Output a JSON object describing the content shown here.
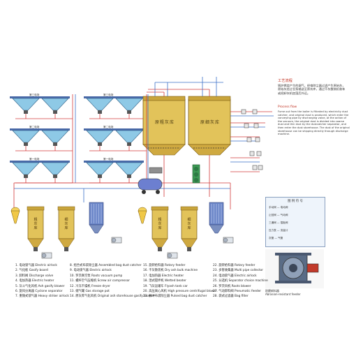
{
  "description": {
    "title_cn": "工艺流程",
    "body_cn": "锅炉燃烧产生的烟气，经电除尘器过滤产生原始灰，原始灰经过仓泵输送至原灰库，通过干灰散装机装车或经卸灰机加湿后外运。",
    "title_en": "Process flow",
    "body_en": "Fume out from the boiler is filtrated by electricity dust catcher, and original dust is produced, which enter the conveying pipe by discharging valve, at the action of the vacuum, the original dust is divided into coarse dust and thin dust by the dustcatcher separator, and then enter the dust storehouse. The dust of the original storehouse can be shipping directly through discharge machine."
  },
  "floors": {
    "floor3": "第三电场",
    "floor2": "第二电场",
    "floor1": "第一电场"
  },
  "silos": {
    "coarse_top": "原粗灰库",
    "fine_top": "原细灰库",
    "coarse_bottom_left": "粗灰库",
    "fine_bottom_left": "细灰库",
    "coarse_bottom_right": "粗灰库",
    "fine_bottom_right": "细灰库"
  },
  "key": {
    "title": "图 例 符 号",
    "rows": [
      "手动阀 — 电动阀",
      "止回阀 — 气动阀",
      "三通阀 — 插板阀",
      "压力表 — 流量计",
      "灰管 — 气管"
    ]
  },
  "photo_caption": "耐磨卸料器\nAbrasion-resistant feeder",
  "legend": [
    [
      "1. 电动锁气器 Electric airlock",
      "8. 组合式布袋除尘器 Assembled bag dust catcher",
      "15. 旋转给料器 Rotary feeder",
      "22. 旋转给料器 Rotary feeder"
    ],
    [
      "2. 气化板 Gasify board",
      "9. 电动锁气器 Electric airlock",
      "16. 干灰散装机 Dry ash bulk machine",
      "23. 多管收集器 Multi pipe collector"
    ],
    [
      "3. 卸料阀 Discharge valve",
      "10. 罗茨真空泵 Roots vacuum pump",
      "17. 电加热器 Electric heater",
      "24. 电动锁气器 Electric airlock"
    ],
    [
      "4. 电加热器 Electric heater",
      "11. 螺杆空气压缩机 Screw air compressor",
      "18. 湿式搅拌机 Wetted beater",
      "25. 分选机 Separator choice machine"
    ],
    [
      "5. 灰斗气化风机 Ash gasify blower",
      "12. 冷冻干燥机 Freeze dryer",
      "19. 飞灰运输车 Flyash tank car",
      "26. 罗茨风机 Roots blower"
    ],
    [
      "6. 旋风分离器 Cyclone separator",
      "13. 储气罐 Gas storage pot",
      "20. 高压离心风机 High pressure centrifugal blower",
      "27. 气动卸料阀 Pneumatic feeder"
    ],
    [
      "7. 重锤式锁气器 Heavy striker airlock",
      "14. 原灰库气化风机 Original ash storehouse gasify blower",
      "21. 脉冲布袋除尘器 Pulsed bag dust catcher",
      "28. 袋式过滤器 Bag filter"
    ]
  ],
  "colors": {
    "pipe_red": "#d23a3a",
    "pipe_blue": "#3a6fc8",
    "hopper_blue": "#8ec9e6",
    "silo_yellow": "#d8b84a",
    "silo_body": "#e2c35a",
    "green": "#3d9a55"
  }
}
